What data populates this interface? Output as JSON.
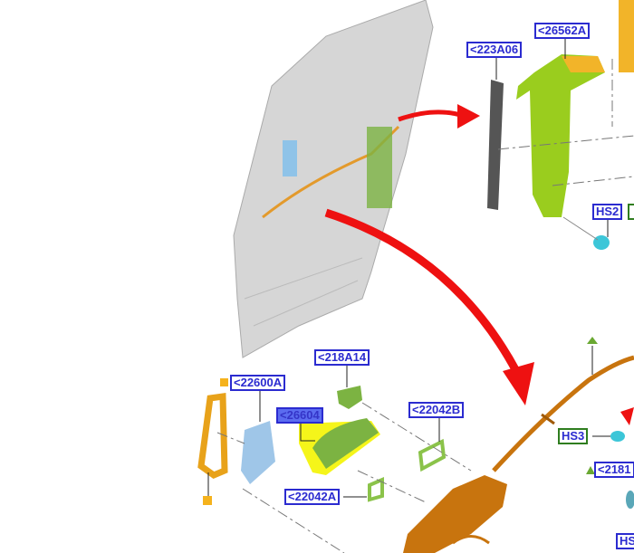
{
  "labels": {
    "l223A06": "<223A06",
    "l26562A": "<26562A",
    "hs2": "HS2",
    "l218A14": "<218A14",
    "l22600A": "<22600A",
    "l26604": "<26604",
    "l22042B": "<22042B",
    "l22042A": "<22042A",
    "hs3": "HS3",
    "l2181": "<2181",
    "hs": "HS"
  },
  "colors": {
    "label_border": "#2b2bd0",
    "hs_border": "#2f7d1f",
    "arrow": "#ee1111",
    "harness": "#c8740e",
    "bracket": "#9acd1e",
    "handle": "#e8a21a",
    "lock": "#9fc6e8",
    "seal": "#555555"
  }
}
